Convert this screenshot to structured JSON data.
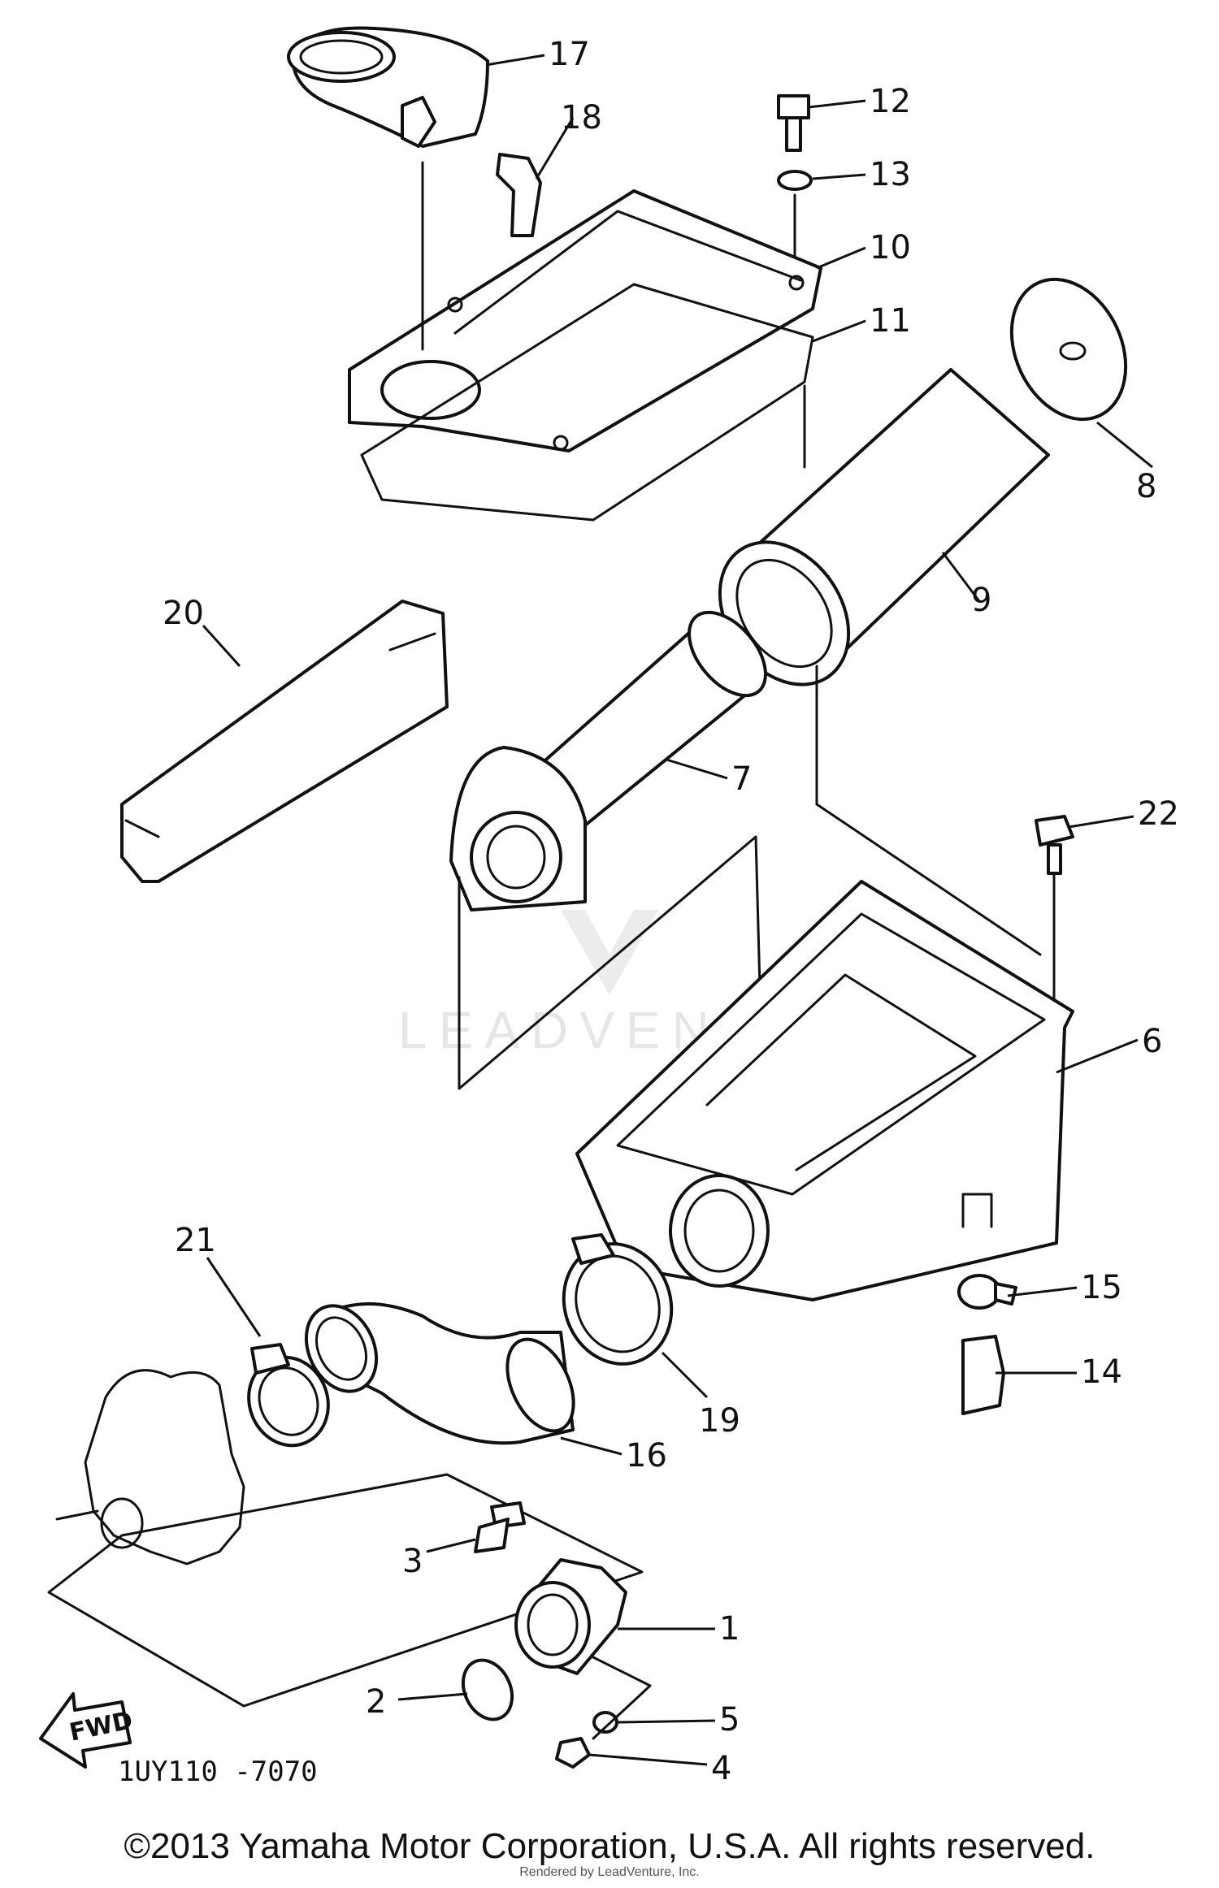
{
  "diagram": {
    "callouts": [
      {
        "id": "17",
        "label": "17"
      },
      {
        "id": "18",
        "label": "18"
      },
      {
        "id": "12",
        "label": "12"
      },
      {
        "id": "13",
        "label": "13"
      },
      {
        "id": "10",
        "label": "10"
      },
      {
        "id": "11",
        "label": "11"
      },
      {
        "id": "8",
        "label": "8"
      },
      {
        "id": "9",
        "label": "9"
      },
      {
        "id": "20",
        "label": "20"
      },
      {
        "id": "7",
        "label": "7"
      },
      {
        "id": "22",
        "label": "22"
      },
      {
        "id": "6",
        "label": "6"
      },
      {
        "id": "21",
        "label": "21"
      },
      {
        "id": "15",
        "label": "15"
      },
      {
        "id": "14",
        "label": "14"
      },
      {
        "id": "19",
        "label": "19"
      },
      {
        "id": "16",
        "label": "16"
      },
      {
        "id": "3",
        "label": "3"
      },
      {
        "id": "1",
        "label": "1"
      },
      {
        "id": "2",
        "label": "2"
      },
      {
        "id": "5",
        "label": "5"
      },
      {
        "id": "4",
        "label": "4"
      }
    ],
    "fwd_label": "FWD",
    "diagram_code": "1UY110 -7070",
    "watermark": "LEADVENTURE"
  },
  "footer": {
    "copyright": "©2013 Yamaha Motor Corporation, U.S.A. All rights reserved.",
    "rendered_by": "Rendered by LeadVenture, Inc."
  }
}
